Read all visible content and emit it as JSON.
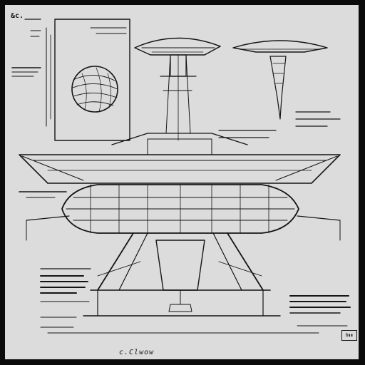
{
  "sheet": {
    "background": "#dcdcdc",
    "border": "#0b0b0b",
    "ink": "#151515"
  },
  "labels": {
    "corner_mark": "&c.",
    "caption": "c.Clwow",
    "stamp": "B▮▮"
  },
  "icons": {
    "planet": "planet-sketch-icon",
    "craft": "spacecraft-blueprint-icon"
  }
}
